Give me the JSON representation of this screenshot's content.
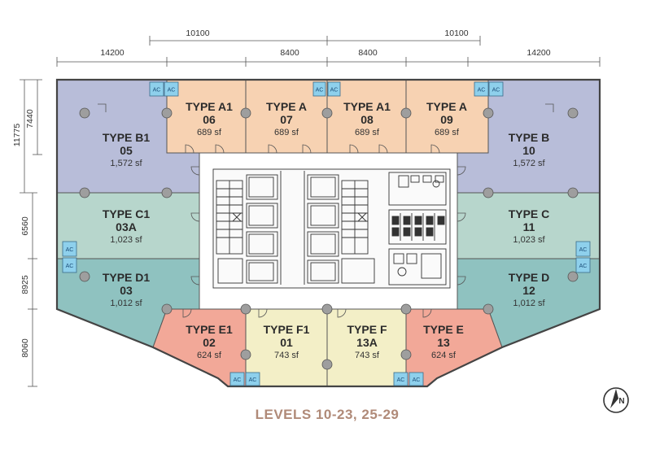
{
  "dimensions": {
    "top_row1": [
      "10100",
      "10100"
    ],
    "top_row2": [
      "14200",
      "8400",
      "8400",
      "14200"
    ],
    "left": [
      "11775",
      "7440",
      "6560",
      "8925",
      "8060"
    ]
  },
  "units": {
    "a1_06": {
      "type": "TYPE A1",
      "number": "06",
      "area": "689 sf"
    },
    "a_07": {
      "type": "TYPE A",
      "number": "07",
      "area": "689 sf"
    },
    "a1_08": {
      "type": "TYPE A1",
      "number": "08",
      "area": "689 sf"
    },
    "a_09": {
      "type": "TYPE A",
      "number": "09",
      "area": "689 sf"
    },
    "b1_05": {
      "type": "TYPE B1",
      "number": "05",
      "area": "1,572 sf"
    },
    "b_10": {
      "type": "TYPE B",
      "number": "10",
      "area": "1,572 sf"
    },
    "c1_03a": {
      "type": "TYPE C1",
      "number": "03A",
      "area": "1,023 sf"
    },
    "c_11": {
      "type": "TYPE C",
      "number": "11",
      "area": "1,023 sf"
    },
    "d1_03": {
      "type": "TYPE D1",
      "number": "03",
      "area": "1,012 sf"
    },
    "d_12": {
      "type": "TYPE D",
      "number": "12",
      "area": "1,012 sf"
    },
    "e1_02": {
      "type": "TYPE E1",
      "number": "02",
      "area": "624 sf"
    },
    "f1_01": {
      "type": "TYPE F1",
      "number": "01",
      "area": "743 sf"
    },
    "f_13a": {
      "type": "TYPE F",
      "number": "13A",
      "area": "743 sf"
    },
    "e_13": {
      "type": "TYPE E",
      "number": "13",
      "area": "624 sf"
    }
  },
  "ac_label": "AC",
  "levels_label": "LEVELS 10-23, 25-29",
  "compass_label": "N",
  "colors": {
    "type_a": "#f7d2b2",
    "type_b": "#b8bdd9",
    "type_c": "#b7d6cc",
    "type_d": "#8fc2c0",
    "type_e": "#f2a898",
    "type_f": "#f3efc7",
    "ac": "#8ed0ec",
    "levels_text": "#b08a78"
  }
}
